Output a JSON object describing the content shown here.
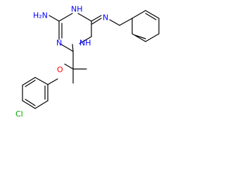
{
  "atoms": [
    {
      "id": "n_nh2",
      "text": "H₂N",
      "color": "#0000ff"
    },
    {
      "id": "n_ring_top",
      "text": "NH",
      "color": "#0000ff"
    },
    {
      "id": "n_imine",
      "text": "N",
      "color": "#0000ff"
    },
    {
      "id": "n_ring_left",
      "text": "N",
      "color": "#0000ff"
    },
    {
      "id": "n_ring_right",
      "text": "NH",
      "color": "#0000ff"
    },
    {
      "id": "o_ether",
      "text": "O",
      "color": "#ff0000"
    },
    {
      "id": "cl",
      "text": "Cl",
      "color": "#00a000"
    }
  ]
}
